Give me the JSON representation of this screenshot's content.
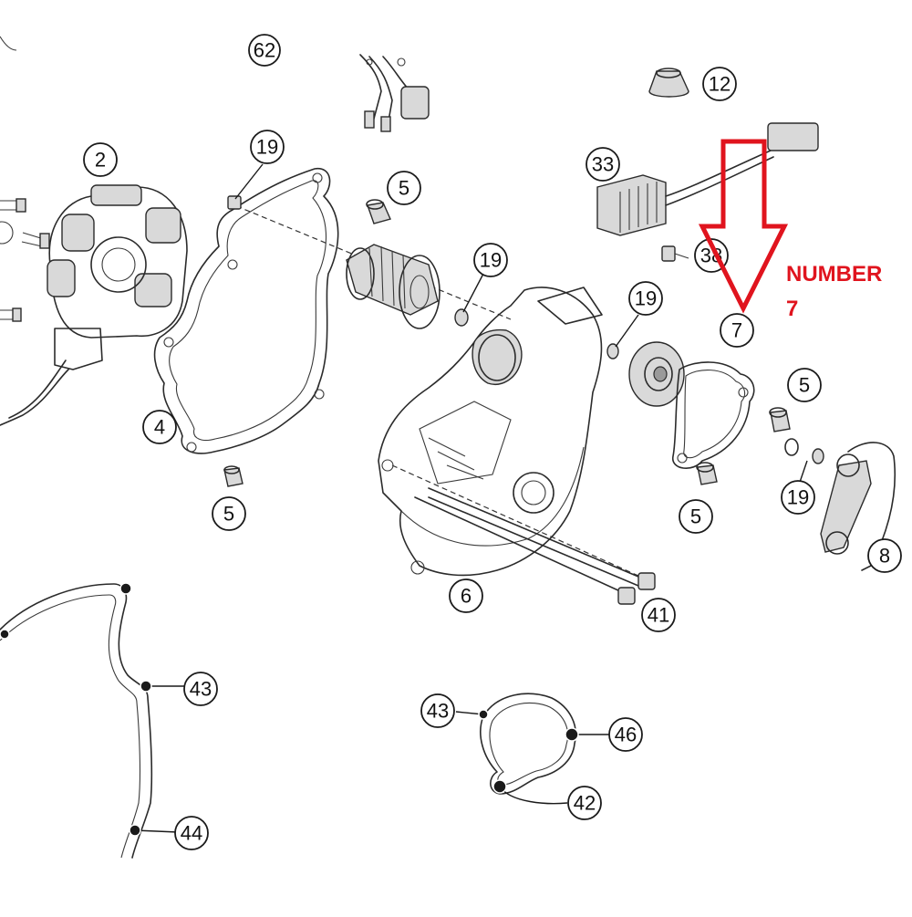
{
  "callouts": {
    "c62": "62",
    "c12": "12",
    "c2": "2",
    "c19a": "19",
    "c5a": "5",
    "c33": "33",
    "c38": "38",
    "c19b": "19",
    "c19c": "19",
    "c7": "7",
    "c5b": "5",
    "c4": "4",
    "c5c": "5",
    "c5d": "5",
    "c19d": "19",
    "c8": "8",
    "c6": "6",
    "c41": "41",
    "c43a": "43",
    "c43b": "43",
    "c46": "46",
    "c42": "42",
    "c44": "44"
  },
  "annotation": {
    "line1": "NUMBER",
    "line2": "7",
    "color": "#e0141e"
  }
}
